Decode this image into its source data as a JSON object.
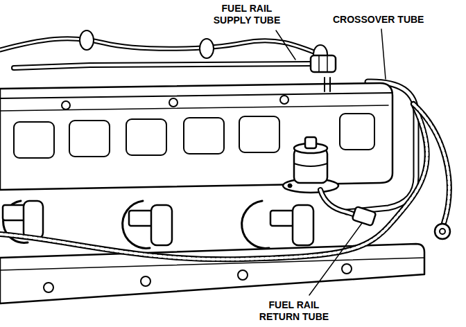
{
  "diagram": {
    "labels": [
      "FUEL RAIL SUPPLY TUBE",
      "CROSSOVER TUBE",
      "FUEL RAIL RETURN TUBE"
    ]
  }
}
